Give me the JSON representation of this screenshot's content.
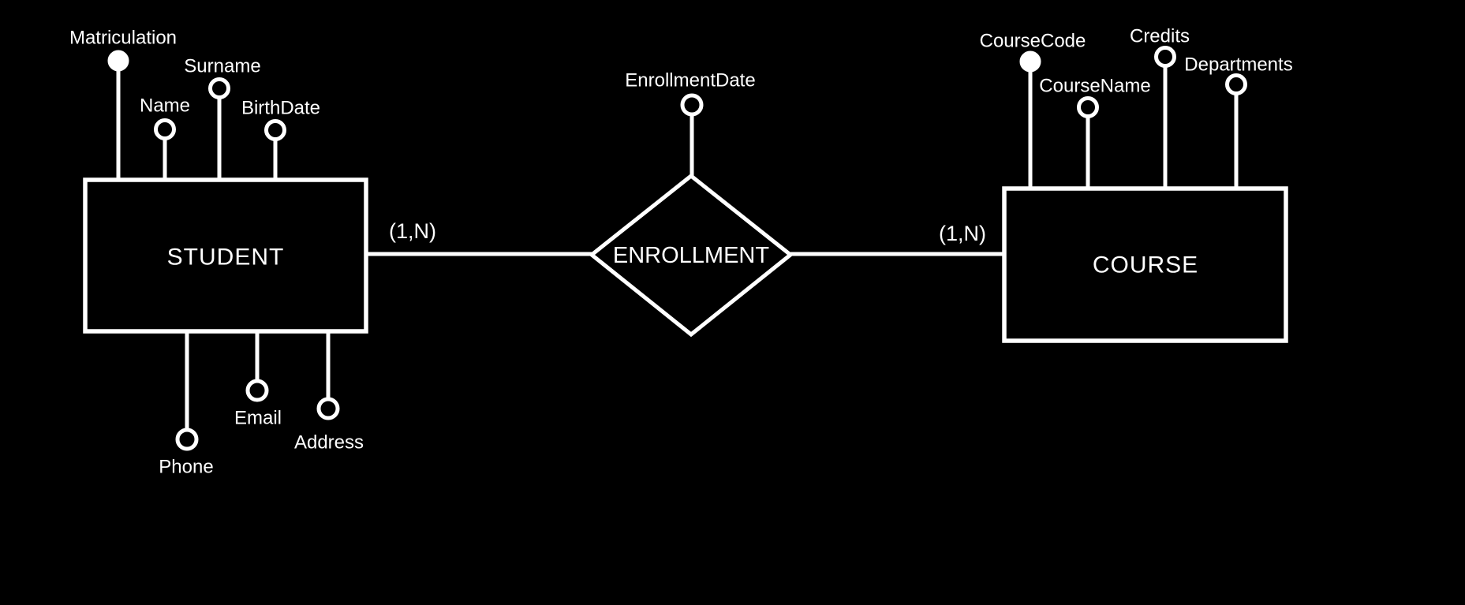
{
  "colors": {
    "background": "#000000",
    "foreground": "#ffffff"
  },
  "er": {
    "student": {
      "label": "STUDENT",
      "attributes": {
        "matriculation": {
          "label": "Matriculation",
          "key": true
        },
        "name": {
          "label": "Name",
          "key": false
        },
        "surname": {
          "label": "Surname",
          "key": false
        },
        "birthdate": {
          "label": "BirthDate",
          "key": false
        },
        "phone": {
          "label": "Phone",
          "key": false
        },
        "email": {
          "label": "Email",
          "key": false
        },
        "address": {
          "label": "Address",
          "key": false
        }
      }
    },
    "relationship": {
      "label": "ENROLLMENT",
      "student_cardinality": "(1,N)",
      "course_cardinality": "(1,N)",
      "attributes": {
        "enrollmentdate": {
          "label": "EnrollmentDate",
          "key": false
        }
      }
    },
    "course": {
      "label": "COURSE",
      "attributes": {
        "coursecode": {
          "label": "CourseCode",
          "key": true
        },
        "coursename": {
          "label": "CourseName",
          "key": false
        },
        "credits": {
          "label": "Credits",
          "key": false
        },
        "departments": {
          "label": "Departments",
          "key": false
        }
      }
    }
  }
}
